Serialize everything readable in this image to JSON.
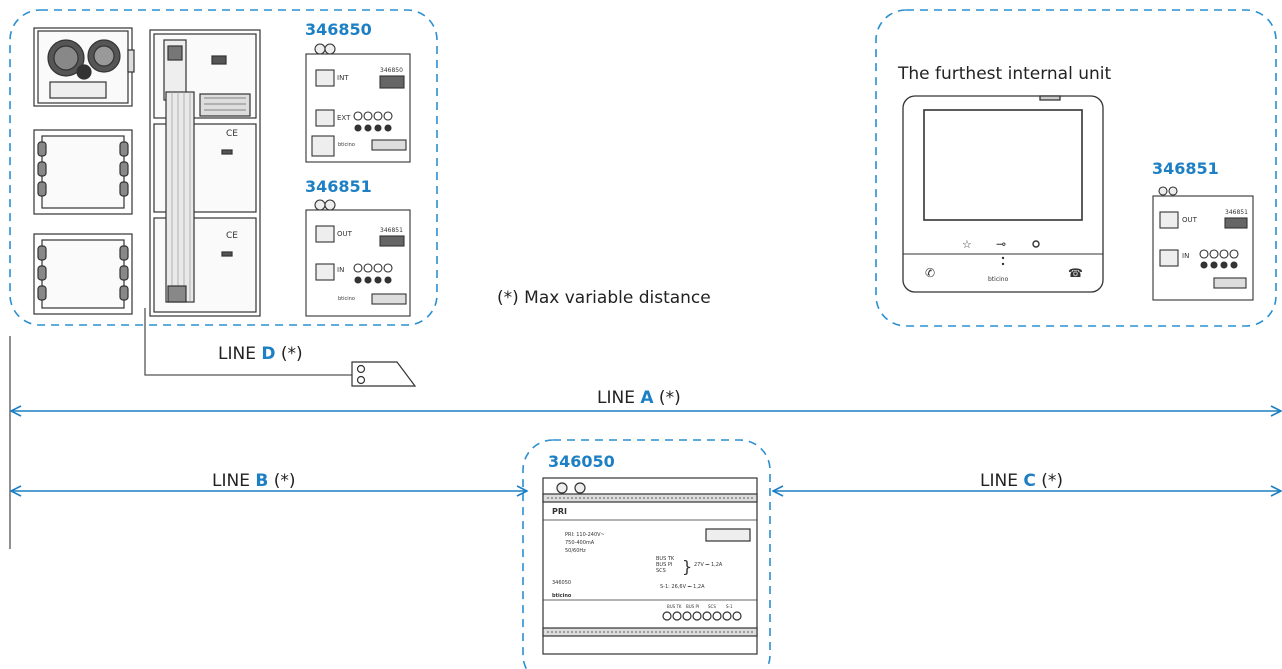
{
  "colors": {
    "accent": "#1d7fc4",
    "dash": "#2a8fd0",
    "stroke": "#333333"
  },
  "outdoor_group": {
    "code_top": "346850",
    "code_bottom": "346851",
    "module_top_labels": {
      "int": "INT",
      "ext": "EXT",
      "model": "346850",
      "brand": "bticino"
    },
    "module_bottom_labels": {
      "out": "OUT",
      "in": "IN",
      "model": "346851",
      "brand": "bticino"
    }
  },
  "internal_group": {
    "title": "The furthest internal unit",
    "code": "346851",
    "monitor_brand": "bticino",
    "module_labels": {
      "out": "OUT",
      "in": "IN",
      "model": "346851"
    }
  },
  "power_supply": {
    "code": "346050",
    "pri": "PRI",
    "spec_lines": [
      "PRI: 110-240V~",
      "750-400mA",
      "50/60Hz"
    ],
    "out_labels": [
      "BUS TK",
      "BUS PI",
      "SCS"
    ],
    "out_voltage": "27V ⎓ 1,2A",
    "aux_voltage": "S-1: 26,6V ⎓ 1,2A",
    "model_small": "346050",
    "brand": "bticino",
    "terminal_labels": [
      "BUS TK",
      "BUS PI",
      "SCS",
      "S-1"
    ]
  },
  "note": "(*) Max variable distance",
  "lines": {
    "A": {
      "prefix": "LINE ",
      "letter": "A",
      "suffix": " (*)"
    },
    "B": {
      "prefix": "LINE ",
      "letter": "B",
      "suffix": " (*)"
    },
    "C": {
      "prefix": "LINE ",
      "letter": "C",
      "suffix": " (*)"
    },
    "D": {
      "prefix": "LINE ",
      "letter": "D",
      "suffix": " (*)"
    }
  }
}
